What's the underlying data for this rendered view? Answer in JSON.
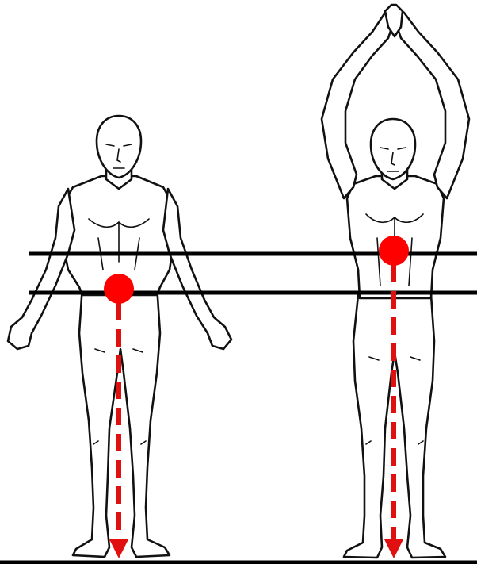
{
  "diagram": {
    "figures": [
      {
        "pose": "arms-down",
        "marker": "center-of-mass"
      },
      {
        "pose": "arms-raised",
        "marker": "center-of-mass"
      }
    ],
    "reference_lines": 2,
    "colors": {
      "ink": "#111111",
      "marker": "#ff0000",
      "arrow": "#e01010",
      "background": "#ffffff"
    },
    "icons": [
      "center-of-mass-dot",
      "gravity-arrow"
    ]
  }
}
